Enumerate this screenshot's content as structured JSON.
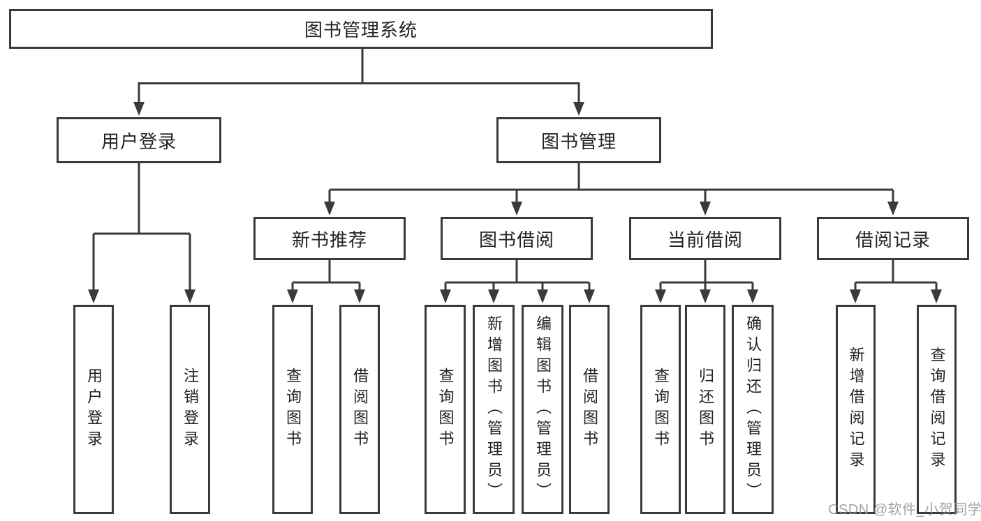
{
  "tree": {
    "root": "图书管理系统",
    "level2": [
      "用户登录",
      "图书管理"
    ],
    "level3": [
      "新书推荐",
      "图书借阅",
      "当前借阅",
      "借阅记录"
    ],
    "leaves": {
      "user_login": [
        "用户登录",
        "注销登录"
      ],
      "new_books": [
        "查询图书",
        "借阅图书"
      ],
      "book_borrow": [
        "查询图书",
        "新增图书（管理员）",
        "编辑图书（管理员）",
        "借阅图书"
      ],
      "current_borrow": [
        "查询图书",
        "归还图书",
        "确认归还（管理员）"
      ],
      "borrow_records": [
        "新增借阅记录",
        "查询借阅记录"
      ]
    }
  },
  "watermark": "CSDN @软件_小贺同学",
  "colors": {
    "line": "#3a3a3a",
    "text": "#232323",
    "background": "#ffffff",
    "watermark": "#949090"
  }
}
